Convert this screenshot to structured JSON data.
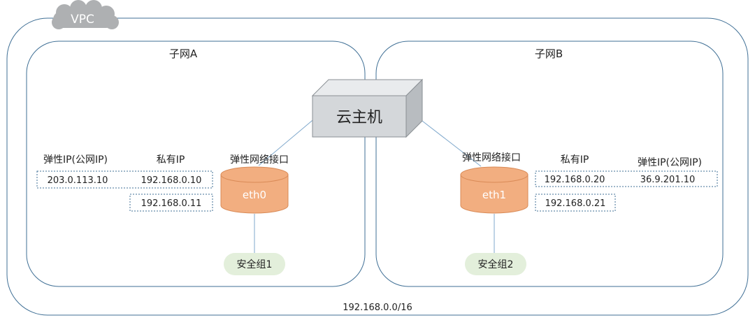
{
  "vpc": {
    "label": "VPC",
    "cidr": "192.168.0.0/16"
  },
  "subnet_a": {
    "title": "子网A",
    "elastic_ip_header": "弹性IP(公网IP)",
    "private_ip_header": "私有IP",
    "eni_header": "弹性网络接口",
    "elastic_ip": "203.0.113.10",
    "private_ip_1": "192.168.0.10",
    "private_ip_2": "192.168.0.11",
    "eni_name": "eth0",
    "security_group": "安全组1"
  },
  "subnet_b": {
    "title": "子网B",
    "eni_header": "弹性网络接口",
    "private_ip_header": "私有IP",
    "elastic_ip_header": "弹性IP(公网IP)",
    "private_ip_1": "192.168.0.20",
    "elastic_ip": "36.9.201.10",
    "private_ip_2": "192.168.0.21",
    "eni_name": "eth1",
    "security_group": "安全组2"
  },
  "host": {
    "label": "云主机"
  },
  "colors": {
    "frame": "#3f6f95",
    "connector": "#7fa8cc",
    "cloud": "#aeb0b2",
    "eni_fill": "#f2ae80",
    "eni_stroke": "#d98a56",
    "group_fill": "#e3efdb",
    "host_front": "#d4d7da",
    "host_top": "#e9ebed",
    "host_side": "#b8bcc0"
  }
}
